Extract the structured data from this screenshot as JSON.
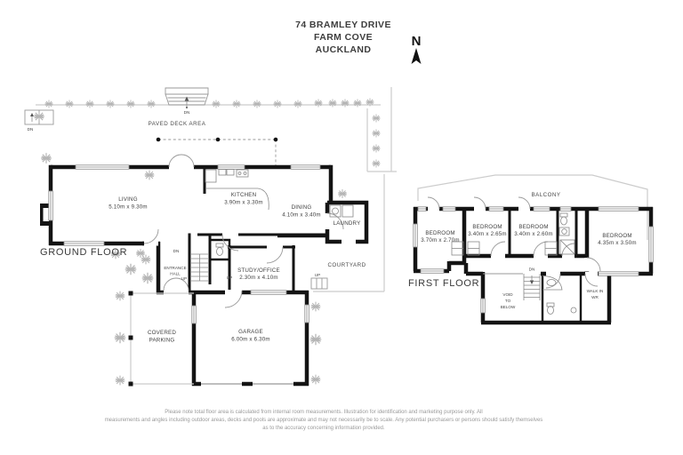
{
  "header": {
    "address_line1": "74 BRAMLEY DRIVE",
    "address_line2": "FARM COVE",
    "address_line3": "AUCKLAND",
    "north_label": "N"
  },
  "ground_floor": {
    "floor_label": "GROUND FLOOR",
    "deck_label": "PAVED DECK AREA",
    "rooms": {
      "living": {
        "name": "LIVING",
        "dims": "5.10m x 9.30m"
      },
      "kitchen": {
        "name": "KITCHEN",
        "dims": "3.90m x 3.30m"
      },
      "dining": {
        "name": "DINING",
        "dims": "4.10m x 3.40m"
      },
      "laundry": {
        "name": "LAUNDRY"
      },
      "entrance_hall": {
        "line1": "ENTRANCE",
        "line2": "HALL"
      },
      "study": {
        "name": "STUDY/OFFICE",
        "dims": "2.30m x 4.10m"
      },
      "courtyard": {
        "name": "COURTYARD"
      },
      "covered_parking": {
        "line1": "COVERED",
        "line2": "PARKING"
      },
      "garage": {
        "name": "GARAGE",
        "dims": "6.00m x 6.30m"
      }
    },
    "stairs": {
      "dn": "DN",
      "up": "UP"
    }
  },
  "first_floor": {
    "floor_label": "FIRST FLOOR",
    "balcony_label": "BALCONY",
    "rooms": {
      "bedroom1": {
        "name": "BEDROOM",
        "dims": "3.70m x 2.70m"
      },
      "bedroom2": {
        "name": "BEDROOM",
        "dims": "3.40m x 2.65m"
      },
      "bedroom3": {
        "name": "BEDROOM",
        "dims": "3.40m x 2.60m"
      },
      "bedroom4": {
        "name": "BEDROOM",
        "dims": "4.35m x 3.50m"
      },
      "void": {
        "line1": "VOID",
        "line2": "TO",
        "line3": "BELOW"
      },
      "walk_in": {
        "line1": "WALK IN",
        "line2": "WR"
      }
    },
    "stairs": {
      "dn": "DN"
    }
  },
  "disclaimer": {
    "line1": "Please note total floor area is calculated from internal room measurements. Illustration for identification and marketing purpose only. All",
    "line2": "measurements and angles including outdoor areas, decks and pools are approximate and may not necessarily be to scale. Any potential purchasers or persons should satisfy themselves",
    "line3": "as to the accuracy concerning information provided."
  }
}
